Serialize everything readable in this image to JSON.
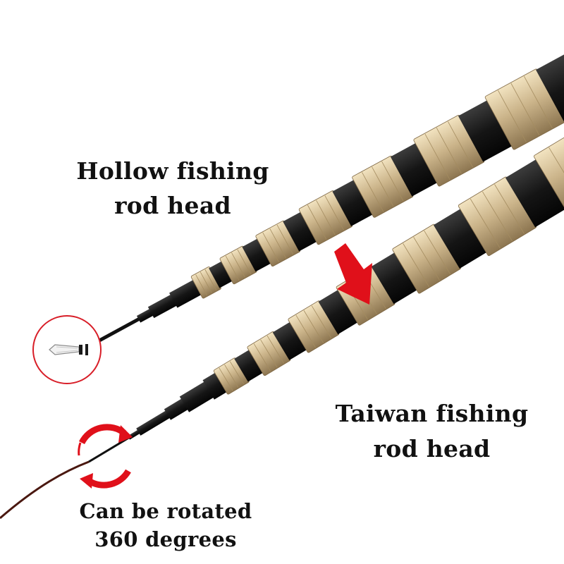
{
  "captions": {
    "hollow": {
      "line1": "Hollow fishing",
      "line2": "rod head"
    },
    "taiwan": {
      "line1": "Taiwan fishing",
      "line2": "rod head"
    },
    "rotate": {
      "line1": "Can be rotated",
      "line2": "360 degrees"
    }
  },
  "colors": {
    "rod_black": "#151515",
    "rod_gold": "#cbb48a",
    "arrow_red": "#e0101a",
    "circle_red": "#d81e28",
    "line_brown": "#4a1810",
    "text": "#111111"
  },
  "icons": {
    "pointer": "down-right-arrow-icon",
    "rotation": "rotate-360-icon"
  }
}
